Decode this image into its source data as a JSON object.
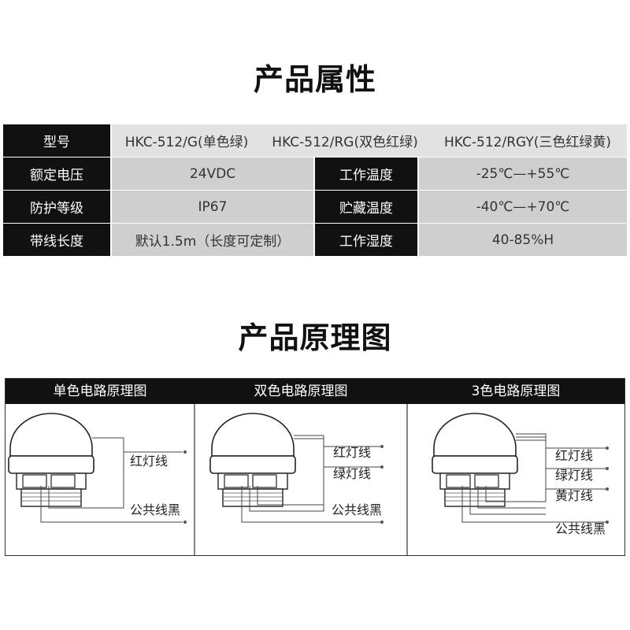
{
  "section1_title": "产品属性",
  "section2_title": "产品原理图",
  "spec": {
    "model_label": "型号",
    "model_values": [
      "HKC-512/G(单色绿)",
      "HKC-512/RG(双色红绿)",
      "HKC-512/RGY(三色红绿黄)"
    ],
    "rows": [
      {
        "label": "额定电压",
        "value": "24VDC",
        "label2": "工作温度",
        "value2": "-25℃—+55℃"
      },
      {
        "label": "防护等级",
        "value": "IP67",
        "label2": "贮藏温度",
        "value2": "-40℃—+70℃"
      },
      {
        "label": "带线长度",
        "value": "默认1.5m（长度可定制）",
        "label2": "工作湿度",
        "value2": "40-85%H"
      }
    ]
  },
  "diagrams": [
    {
      "title": "单色电路原理图",
      "wires": [
        "红灯线",
        "公共线黑"
      ]
    },
    {
      "title": "双色电路原理图",
      "wires": [
        "红灯线",
        "绿灯线",
        "公共线黑"
      ]
    },
    {
      "title": "3色电路原理图",
      "wires": [
        "红灯线",
        "绿灯线",
        "黄灯线",
        "公共线黑"
      ]
    }
  ]
}
